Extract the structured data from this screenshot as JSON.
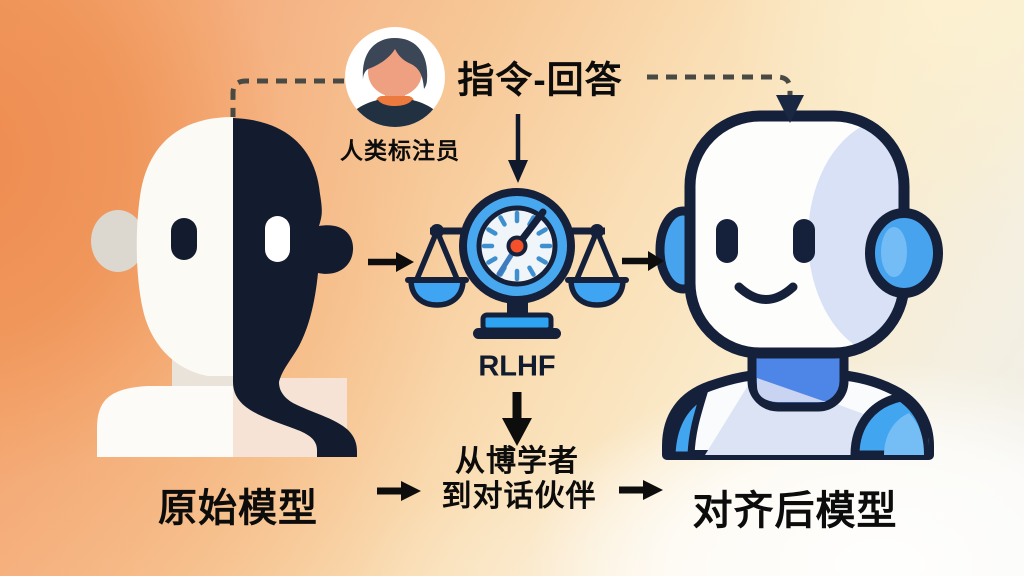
{
  "diagram": {
    "title_flow": "RLHF alignment diagram",
    "annotator_label": "人类标注员",
    "instruction_answer_label": "指令-回答",
    "rlhf_label": "RLHF",
    "transition_line1": "从博学者",
    "transition_line2": "到对话伙伴",
    "original_model_label": "原始模型",
    "aligned_model_label": "对齐后模型"
  },
  "icons": {
    "human_annotator": "person-avatar-icon",
    "original_model": "split-face-icon",
    "rlhf": "balance-scale-clock-icon",
    "aligned_model": "robot-face-icon",
    "connectors": [
      "dashed-elbow-left",
      "dashed-elbow-right-arrow",
      "down-arrow",
      "right-arrow"
    ]
  },
  "colors": {
    "navy": "#15203A",
    "ink_black": "#0c0c0c",
    "bright_blue": "#47A8EF",
    "pan_blue": "#3FA5F2",
    "royal_blue": "#4E86E8",
    "periwinkle": "#D8E1F5",
    "red_dot": "#F4502A",
    "bg_orange": "#F2A06A",
    "bg_cream": "#FAEBCB",
    "skin": "#EFA081",
    "collar_orange": "#EC7A3F",
    "dash_gray": "#4A4A44"
  }
}
